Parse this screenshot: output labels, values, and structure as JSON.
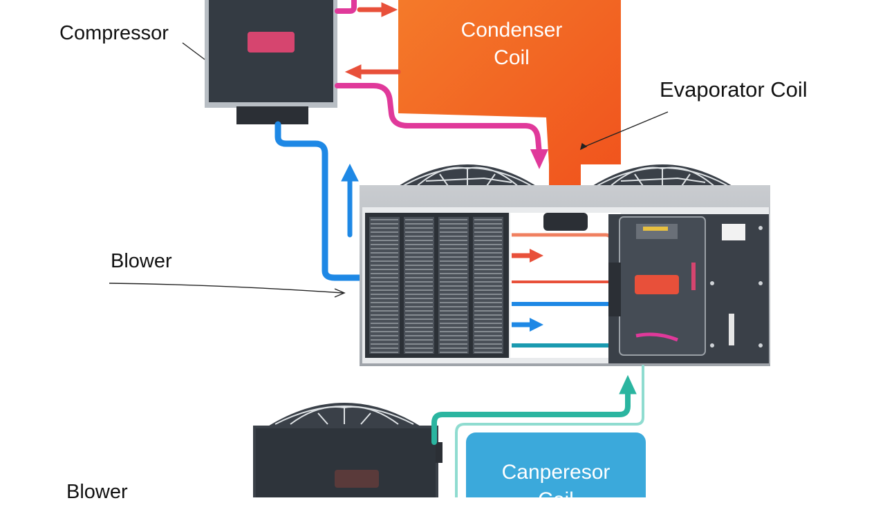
{
  "labels": {
    "compressor": "Compressor",
    "evaporator_coil": "Evaporator Coil",
    "blower_top": "Blower",
    "blower_bottom": "Blower"
  },
  "boxes": {
    "condenser_coil": {
      "line1": "Condenser",
      "line2": "Coil"
    },
    "canperesor_coil": {
      "line1": "Canperesor",
      "line2": "Coil"
    }
  },
  "colors": {
    "condenser_orange": "#f4621f",
    "cold_blue": "#1e88e5",
    "hot_magenta": "#e0399a",
    "hot_red": "#e8503a",
    "teal": "#2bb5a0",
    "unit_dark": "#333a42",
    "canperesor_blue": "#3ba9db"
  }
}
